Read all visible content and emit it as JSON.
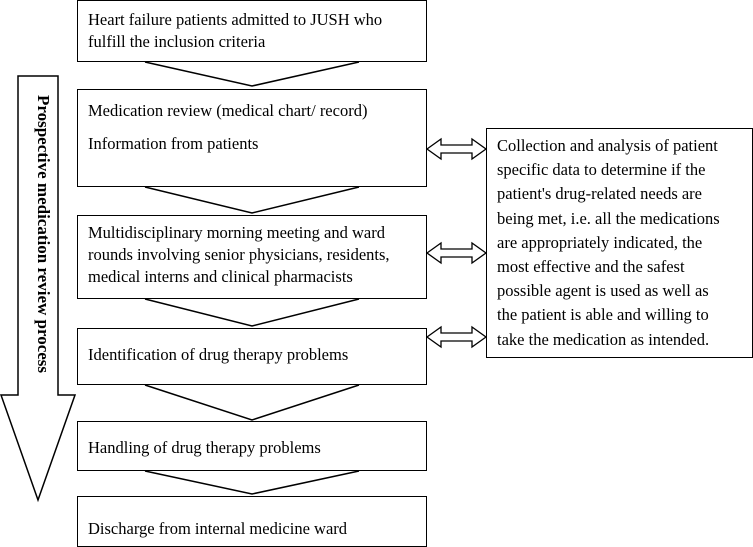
{
  "steps": [
    {
      "lines": [
        "Heart failure patients admitted to JUSH who",
        "fulfill the inclusion criteria"
      ]
    },
    {
      "lines": [
        "Medication review (medical chart/ record)",
        "Information from patients"
      ]
    },
    {
      "lines": [
        "Multidisciplinary morning meeting and ward",
        "rounds involving senior physicians, residents,",
        "medical interns and clinical pharmacists"
      ]
    },
    {
      "lines": [
        "Identification of drug therapy problems"
      ]
    },
    {
      "lines": [
        "Handling of drug therapy problems"
      ]
    },
    {
      "lines": [
        "Discharge from internal medicine ward"
      ]
    }
  ],
  "side_arrow_label": "Prospective medication review process",
  "side_box": {
    "lines": [
      "Collection and analysis of patient",
      "specific data to determine if the",
      "patient's drug-related needs are",
      "being met, i.e. all the medications",
      "are appropriately indicated, the",
      "most effective and the safest",
      "possible agent is used as well as",
      "the patient is able and willing to",
      "take the medication as intended."
    ]
  }
}
